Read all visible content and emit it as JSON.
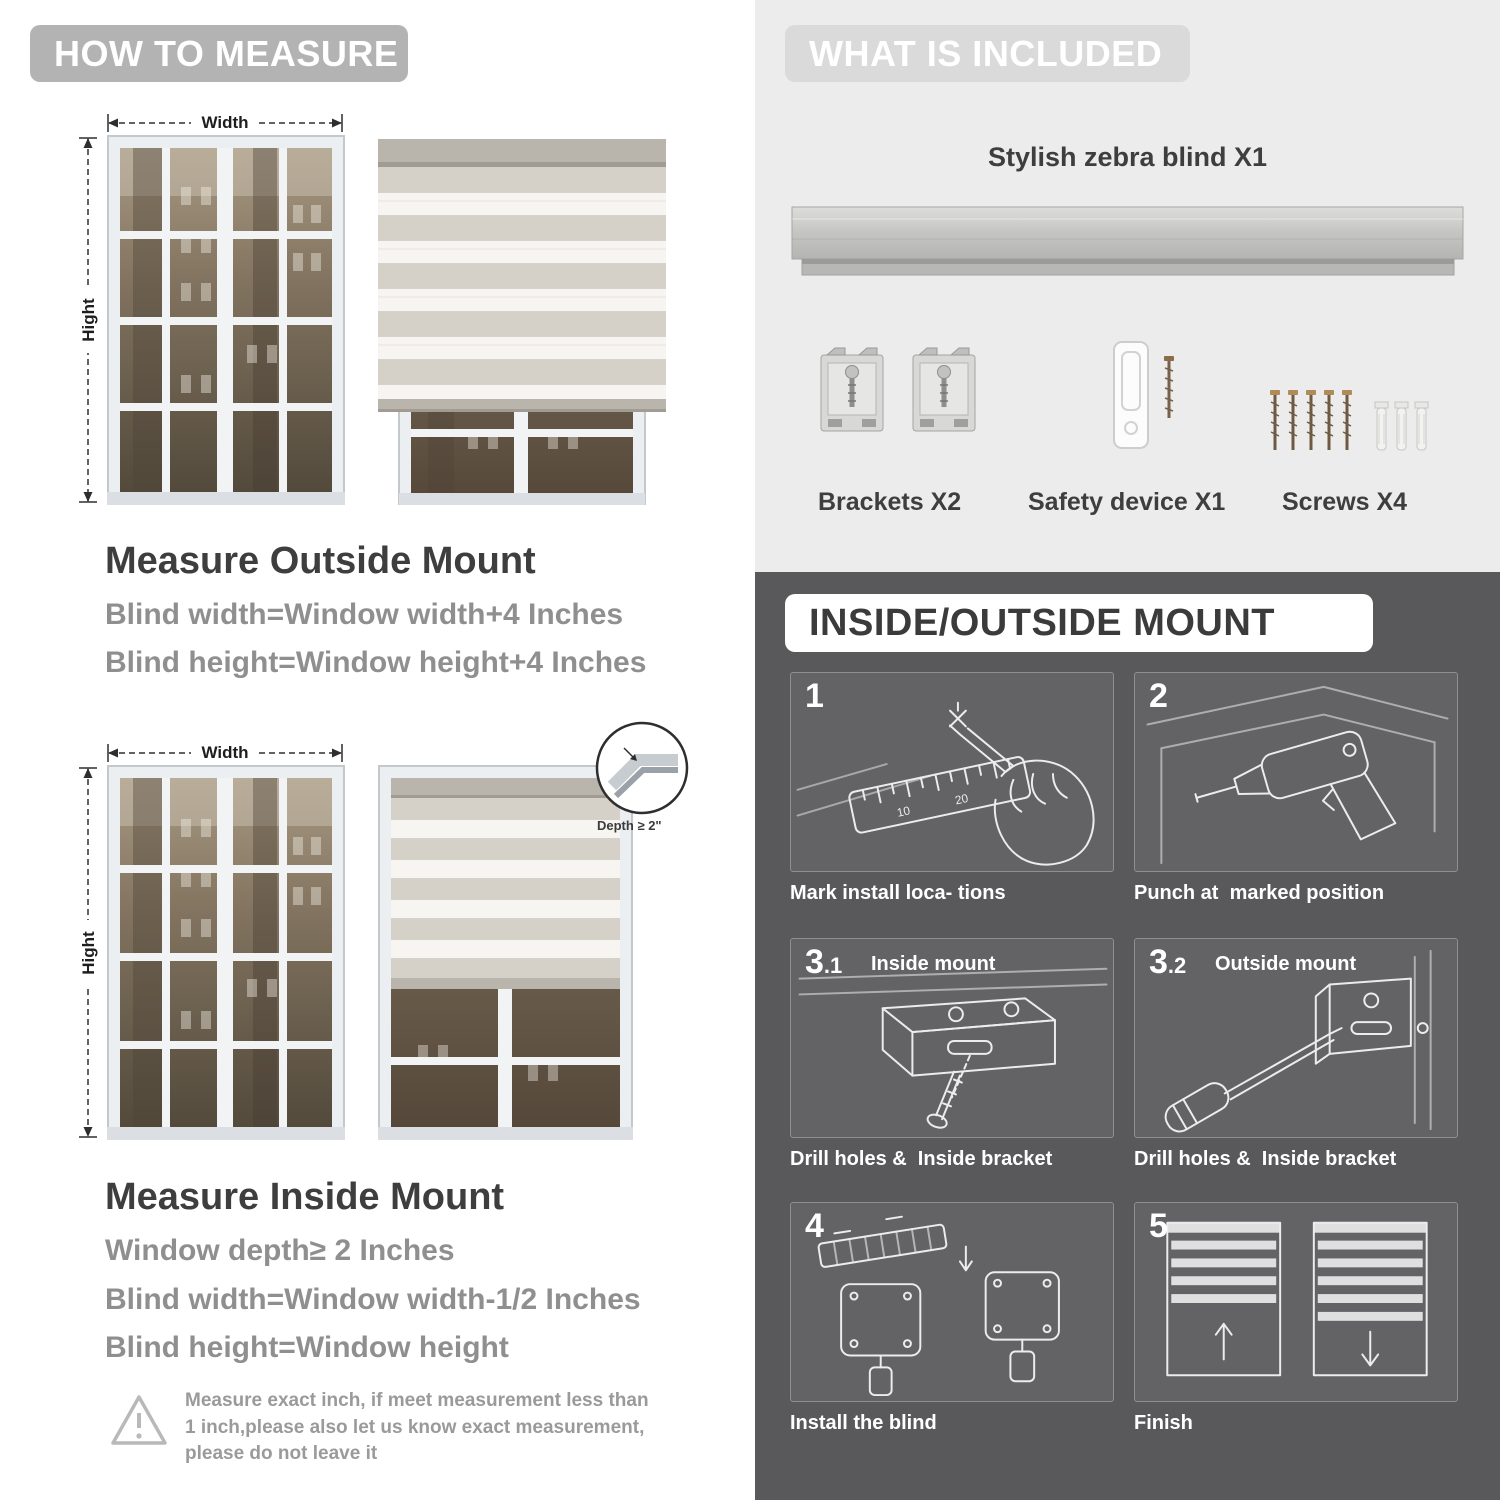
{
  "colors": {
    "banner_gray": "#b3b3b3",
    "banner_light": "#dadada",
    "light_section_bg": "#ececec",
    "dark_section_bg": "#59595b",
    "text_dark": "#3e3e3e",
    "text_gray": "#8f8f8f",
    "white": "#ffffff"
  },
  "left": {
    "banner": "HOW TO MEASURE",
    "outside": {
      "width_label": "Width",
      "height_label": "Hight",
      "title": "Measure Outside Mount",
      "rule1": "Blind width=Window width+4 Inches",
      "rule2": "Blind height=Window height+4 Inches"
    },
    "inside": {
      "width_label": "Width",
      "height_label": "Hight",
      "depth_label": "Depth ≥ 2\"",
      "title": "Measure Inside Mount",
      "rule1": "Window depth≥ 2 Inches",
      "rule2": "Blind width=Window width-1/2 Inches",
      "rule3": "Blind height=Window height"
    },
    "warning_text": "Measure exact inch, if meet measurement less than 1 inch,please also let us know exact measurement, please do not leave it"
  },
  "right": {
    "included": {
      "banner": "WHAT IS INCLUDED",
      "product_label": "Stylish zebra blind X1",
      "parts": [
        {
          "label": "Brackets X2"
        },
        {
          "label": "Safety device X1"
        },
        {
          "label": "Screws X4"
        }
      ]
    },
    "mount": {
      "banner": "INSIDE/OUTSIDE MOUNT",
      "steps": [
        {
          "num_main": "1",
          "num_sub": "",
          "sub_label": "",
          "caption": "Mark install loca- tions"
        },
        {
          "num_main": "2",
          "num_sub": "",
          "sub_label": "",
          "caption": "Punch at  marked position"
        },
        {
          "num_main": "3",
          "num_sub": ".1",
          "sub_label": "Inside mount",
          "caption": "Drill holes &  Inside bracket"
        },
        {
          "num_main": "3",
          "num_sub": ".2",
          "sub_label": "Outside mount",
          "caption": "Drill holes &  Inside bracket"
        },
        {
          "num_main": "4",
          "num_sub": "",
          "sub_label": "",
          "caption": "Install the blind"
        },
        {
          "num_main": "5",
          "num_sub": "",
          "sub_label": "",
          "caption": "Finish"
        }
      ]
    }
  }
}
